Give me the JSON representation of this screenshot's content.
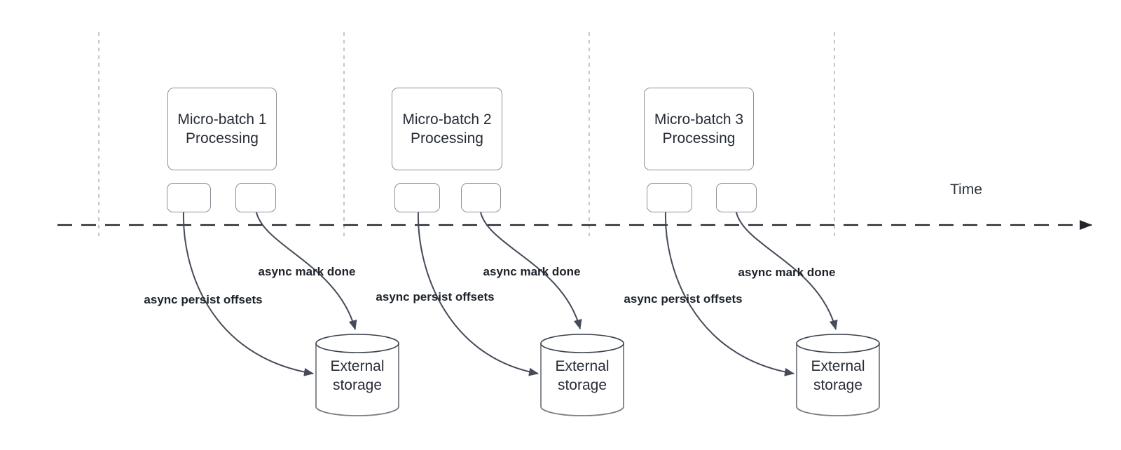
{
  "diagram_type": "micro-batch asynchronous progress tracking timeline",
  "time_axis": {
    "label": "Time"
  },
  "groups": [
    {
      "process_line1": "Micro-batch 1",
      "process_line2": "Processing",
      "persist_label": "async persist offsets",
      "done_label": "async mark done",
      "storage_line1": "External",
      "storage_line2": "storage"
    },
    {
      "process_line1": "Micro-batch 2",
      "process_line2": "Processing",
      "persist_label": "async persist offsets",
      "done_label": "async mark done",
      "storage_line1": "External",
      "storage_line2": "storage"
    },
    {
      "process_line1": "Micro-batch 3",
      "process_line2": "Processing",
      "persist_label": "async persist offsets",
      "done_label": "async mark done",
      "storage_line1": "External",
      "storage_line2": "storage"
    }
  ],
  "colors": {
    "background": "#ffffff",
    "shape_border": "#84888f",
    "gridline_dash": "#b5b8bb",
    "axis_dash": "#21252b",
    "connector": "#454b59",
    "text_dark": "#272c35",
    "label_bold": "#1d222b"
  }
}
